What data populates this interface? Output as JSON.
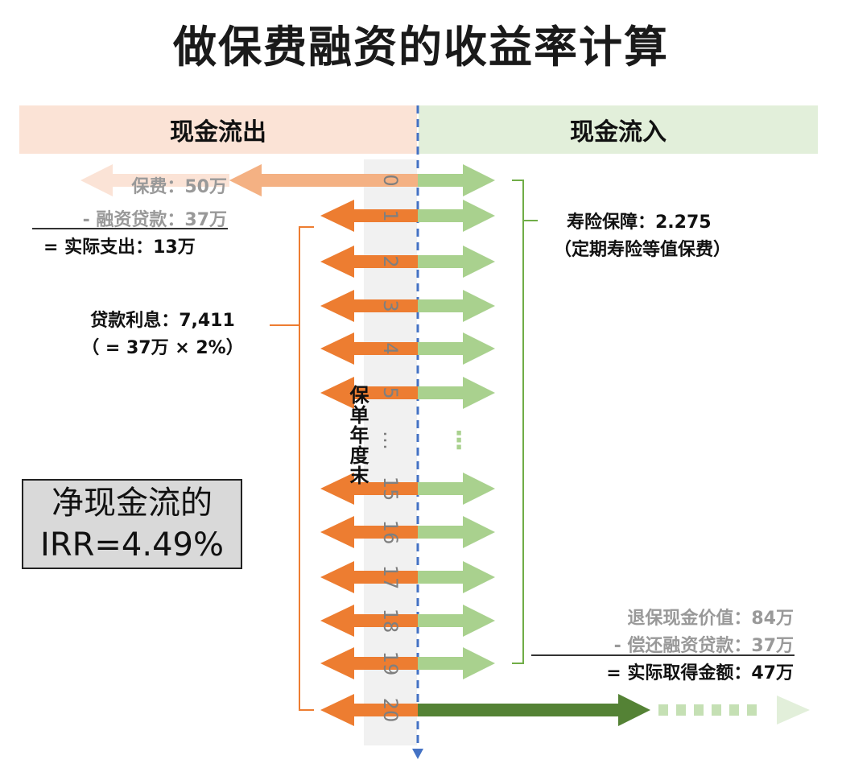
{
  "title": "做保费融资的收益率计算",
  "headers": {
    "outflow": "现金流出",
    "inflow": "现金流入"
  },
  "left_calc": {
    "premium": "保费：50万",
    "loan": "- 融资贷款：37万",
    "net": "= 实际支出：13万"
  },
  "interest": {
    "line1": "贷款利息：7,411",
    "line2": "（ = 37万 × 2%）"
  },
  "protection": {
    "line1": "寿险保障：2.275",
    "line2": "（定期寿险等值保费）"
  },
  "right_calc": {
    "csv": "退保现金价值：84万",
    "repay": "- 偿还融资贷款：37万",
    "net": "= 实际取得金额：47万"
  },
  "irr": {
    "line1": "净现金流的",
    "line2": "IRR=4.49%"
  },
  "axis_label": "保单年度末",
  "years": [
    "0",
    "1",
    "2",
    "3",
    "4",
    "5",
    "…",
    "15",
    "16",
    "17",
    "18",
    "19",
    "20"
  ],
  "inflow_ellipsis": "⋮",
  "colors": {
    "outflow_arrow": "#ed7d31",
    "outflow_light": "#f4b183",
    "inflow_arrow": "#a9d18e",
    "final_inflow": "#548235",
    "timeline": "#4472c4",
    "header_out_bg": "#fbe3d6",
    "header_in_bg": "#e2efda"
  }
}
